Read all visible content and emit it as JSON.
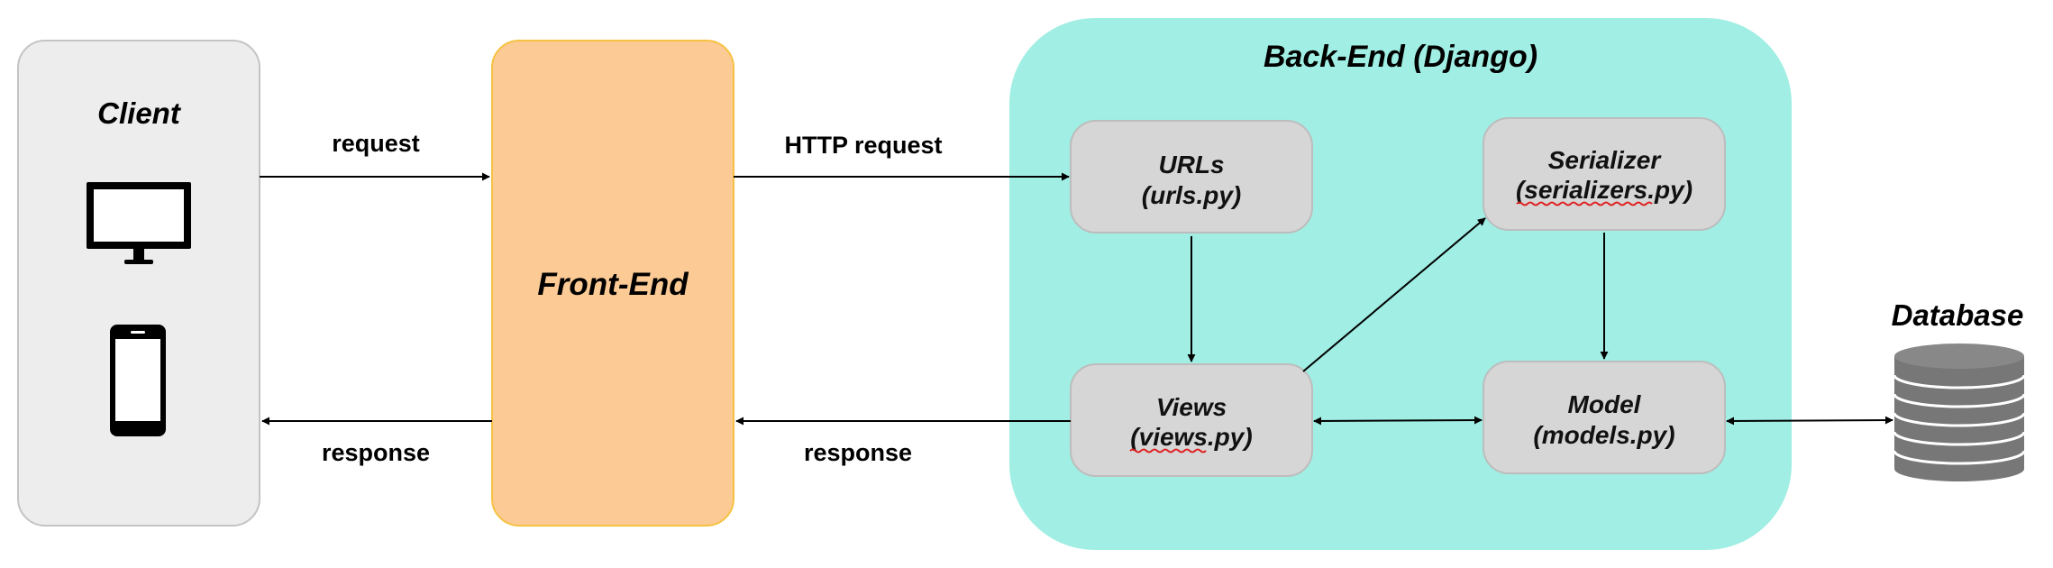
{
  "client": {
    "title": "Client",
    "icons": [
      "monitor-icon",
      "phone-icon"
    ]
  },
  "frontend": {
    "title": "Front-End"
  },
  "backend": {
    "title": "Back-End (Django)",
    "urls": {
      "line1": "URLs",
      "line2": "(urls.py)"
    },
    "serializer": {
      "line1": "Serializer",
      "line2": "(serializers.py)"
    },
    "views": {
      "line1": "Views",
      "line2": "(views.py)"
    },
    "model": {
      "line1": "Model",
      "line2": "(models.py)"
    }
  },
  "database": {
    "title": "Database",
    "icon": "database-icon"
  },
  "edges": {
    "client_request": "request",
    "client_response": "response",
    "http_request": "HTTP request",
    "backend_response": "response"
  },
  "colors": {
    "client_fill": "#EDEDED",
    "client_border": "#C4C4C4",
    "frontend_fill": "#FCCA94",
    "frontend_border": "#F6C242",
    "backend_fill": "#A0EEE4",
    "node_fill": "#D6D6D6",
    "node_border": "#BDBDBD",
    "database_fill": "#777777",
    "spellcheck": "#E02020"
  }
}
